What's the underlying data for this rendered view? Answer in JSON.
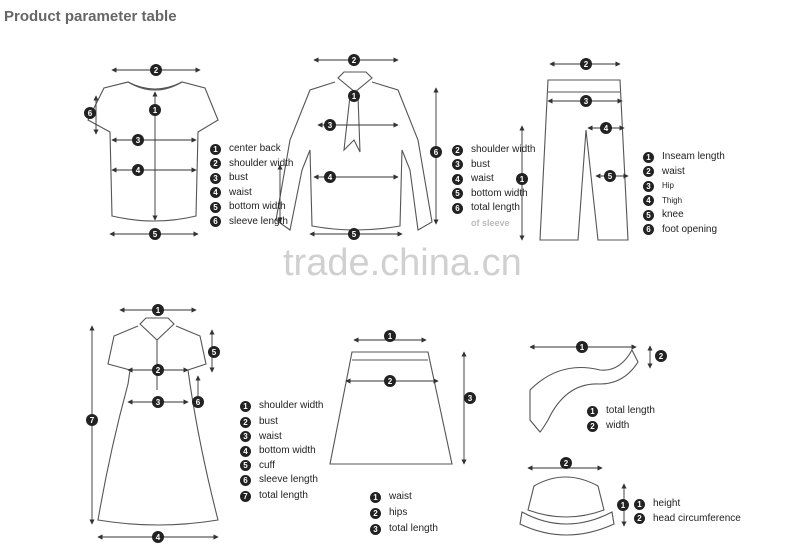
{
  "title": "Product parameter table",
  "watermark": "trade.china.cn",
  "tshirt": {
    "legend": [
      {
        "n": "1",
        "label": "center back"
      },
      {
        "n": "2",
        "label": "shoulder width"
      },
      {
        "n": "3",
        "label": "bust"
      },
      {
        "n": "4",
        "label": "waist"
      },
      {
        "n": "5",
        "label": "bottom width"
      },
      {
        "n": "6",
        "label": "sleeve length"
      }
    ]
  },
  "shirt": {
    "legend": [
      {
        "n": "2",
        "label": "shoulder width"
      },
      {
        "n": "3",
        "label": "bust"
      },
      {
        "n": "4",
        "label": "waist"
      },
      {
        "n": "5",
        "label": "bottom width"
      },
      {
        "n": "6",
        "label": "total length"
      }
    ],
    "note": "of sleeve"
  },
  "pants": {
    "legend": [
      {
        "n": "1",
        "label": "Inseam length"
      },
      {
        "n": "2",
        "label": "waist"
      },
      {
        "n": "3",
        "label": "Hip"
      },
      {
        "n": "4",
        "label": "Thigh"
      },
      {
        "n": "5",
        "label": "knee"
      },
      {
        "n": "6",
        "label": "foot opening"
      }
    ]
  },
  "dress": {
    "legend": [
      {
        "n": "1",
        "label": "shoulder width"
      },
      {
        "n": "2",
        "label": "bust"
      },
      {
        "n": "3",
        "label": "waist"
      },
      {
        "n": "4",
        "label": "bottom width"
      },
      {
        "n": "5",
        "label": "cuff"
      },
      {
        "n": "6",
        "label": "sleeve length"
      },
      {
        "n": "7",
        "label": "total length"
      }
    ]
  },
  "skirt": {
    "legend": [
      {
        "n": "1",
        "label": "waist"
      },
      {
        "n": "2",
        "label": "hips"
      },
      {
        "n": "3",
        "label": "total length"
      }
    ]
  },
  "scarf": {
    "legend": [
      {
        "n": "1",
        "label": "total length"
      },
      {
        "n": "2",
        "label": "width"
      }
    ]
  },
  "hat": {
    "legend": [
      {
        "n": "1",
        "label": "height"
      },
      {
        "n": "2",
        "label": "head circumference"
      }
    ]
  }
}
